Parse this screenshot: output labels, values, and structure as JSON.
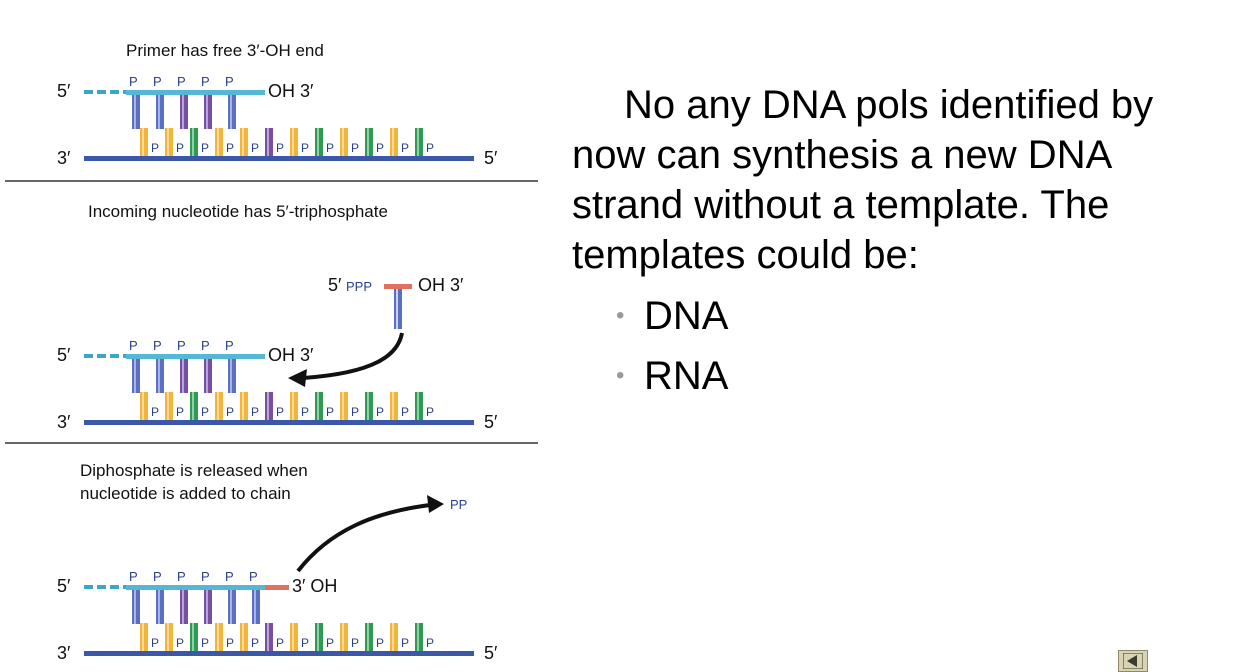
{
  "panels": [
    {
      "caption": "Primer has free 3′-OH end",
      "top_left_label": "5′",
      "bottom_left_label": "3′",
      "bottom_right_label": "5′",
      "primer_end_label": "OH 3′",
      "primer_p_labels": [
        "P",
        "P",
        "P",
        "P",
        "P"
      ],
      "template_p_labels": [
        "P",
        "P",
        "P",
        "P",
        "P",
        "P",
        "P",
        "P",
        "P",
        "P",
        "P",
        "P"
      ]
    },
    {
      "caption": "Incoming nucleotide has 5′-triphosphate",
      "incoming_five_prime": "5′",
      "incoming_ppp": "PPP",
      "incoming_oh": "OH 3′",
      "top_left_label": "5′",
      "bottom_left_label": "3′",
      "bottom_right_label": "5′",
      "primer_end_label": "OH 3′",
      "primer_p_labels": [
        "P",
        "P",
        "P",
        "P",
        "P"
      ],
      "template_p_labels": [
        "P",
        "P",
        "P",
        "P",
        "P",
        "P",
        "P",
        "P",
        "P",
        "P",
        "P",
        "P"
      ]
    },
    {
      "caption_line1": "Diphosphate is released when",
      "caption_line2": "nucleotide is added to chain",
      "released_label": "PP",
      "top_left_label": "5′",
      "bottom_left_label": "3′",
      "bottom_right_label": "5′",
      "primer_end_label": "3′ OH",
      "primer_p_labels": [
        "P",
        "P",
        "P",
        "P",
        "P",
        "P"
      ],
      "template_p_labels": [
        "P",
        "P",
        "P",
        "P",
        "P",
        "P",
        "P",
        "P",
        "P",
        "P",
        "P",
        "P"
      ]
    }
  ],
  "explanation": {
    "paragraph": "No any DNA pols identified by now can synthesis a new DNA strand without a template. The templates could be:",
    "bullets": [
      "DNA",
      "RNA"
    ],
    "bullet_glyph": "•"
  },
  "colors": {
    "template_strand": "#3a57a8",
    "primer_strand": "#55b7d3",
    "primer_dash": "#3aa7c8",
    "incoming_nucleotide": "#e07060",
    "base_yellow": "#f2b53a",
    "base_green": "#2e9b52",
    "base_purple": "#7a4fa3",
    "base_blue": "#5a6fc0",
    "divider": "#333333",
    "navigation_button": "#d7d3b4"
  },
  "navigation": {
    "back_icon": "back-arrow-icon"
  }
}
